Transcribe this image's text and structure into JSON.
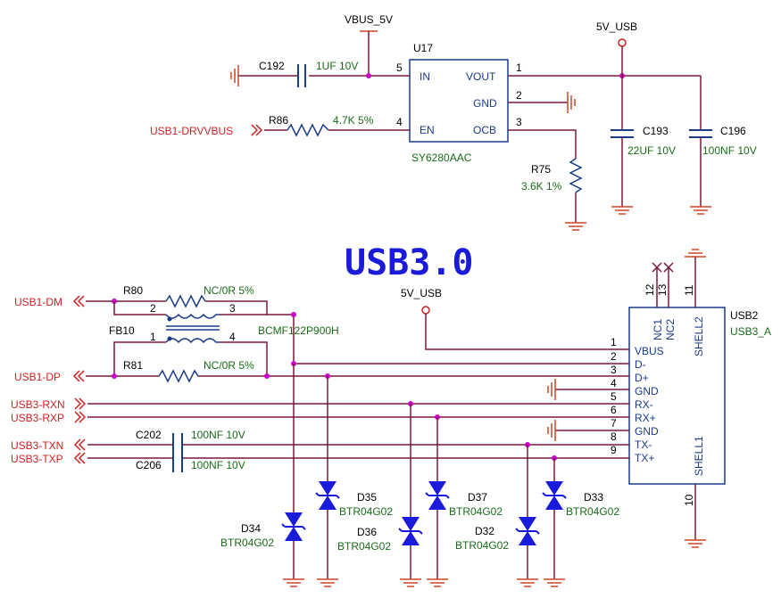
{
  "title": "USB3.0",
  "colors": {
    "wire": "#7a1a3a",
    "part": "#1a3a8a",
    "net": "#cc2222",
    "value": "#1a6b1a",
    "junction": "#cc00cc",
    "diode": "#1a1adb",
    "ground": "#cc4422"
  },
  "power": {
    "vbus_5v": "VBUS_5V",
    "usb_5v_1": "5V_USB",
    "usb_5v_2": "5V_USB"
  },
  "u17": {
    "ref": "U17",
    "part": "SY6280AAC",
    "pin_in": "IN",
    "pin_en": "EN",
    "pin_vout": "VOUT",
    "pin_gnd": "GND",
    "pin_ocb": "OCB",
    "n5": "5",
    "n4": "4",
    "n1": "1",
    "n2": "2",
    "n3": "3"
  },
  "c192": {
    "ref": "C192",
    "value": "1UF 10V"
  },
  "r86": {
    "ref": "R86",
    "value": "4.7K 5%"
  },
  "r75": {
    "ref": "R75",
    "value": "3.6K 1%"
  },
  "c193": {
    "ref": "C193",
    "value": "22UF 10V"
  },
  "c196": {
    "ref": "C196",
    "value": "100NF 10V"
  },
  "nets": {
    "drvvbus": "USB1-DRVVBUS",
    "dm": "USB1-DM",
    "dp": "USB1-DP",
    "rxn": "USB3-RXN",
    "rxp": "USB3-RXP",
    "txn": "USB3-TXN",
    "txp": "USB3-TXP"
  },
  "r80": {
    "ref": "R80",
    "value": "NC/0R 5%"
  },
  "r81": {
    "ref": "R81",
    "value": "NC/0R 5%"
  },
  "fb10": {
    "ref": "FB10",
    "value": "BCMF122P900H",
    "p1": "1",
    "p2": "2",
    "p3": "3",
    "p4": "4"
  },
  "c202": {
    "ref": "C202",
    "value": "100NF 10V"
  },
  "c206": {
    "ref": "C206",
    "value": "100NF 10V"
  },
  "usb2": {
    "ref": "USB2",
    "part": "USB3_A",
    "pins": [
      {
        "num": "1",
        "name": "VBUS"
      },
      {
        "num": "2",
        "name": "D-"
      },
      {
        "num": "3",
        "name": "D+"
      },
      {
        "num": "4",
        "name": "GND"
      },
      {
        "num": "5",
        "name": "RX-"
      },
      {
        "num": "6",
        "name": "RX+"
      },
      {
        "num": "7",
        "name": "GND"
      },
      {
        "num": "8",
        "name": "TX-"
      },
      {
        "num": "9",
        "name": "TX+"
      }
    ],
    "nc1": "NC1",
    "nc2": "NC2",
    "shell1": "SHELL1",
    "shell2": "SHELL2",
    "n10": "10",
    "n11": "11",
    "n12": "12",
    "n13": "13"
  },
  "diodes": [
    {
      "ref": "D34",
      "value": "BTR04G02"
    },
    {
      "ref": "D35",
      "value": "BTR04G02"
    },
    {
      "ref": "D36",
      "value": "BTR04G02"
    },
    {
      "ref": "D37",
      "value": "BTR04G02"
    },
    {
      "ref": "D32",
      "value": "BTR04G02"
    },
    {
      "ref": "D33",
      "value": "BTR04G02"
    }
  ]
}
